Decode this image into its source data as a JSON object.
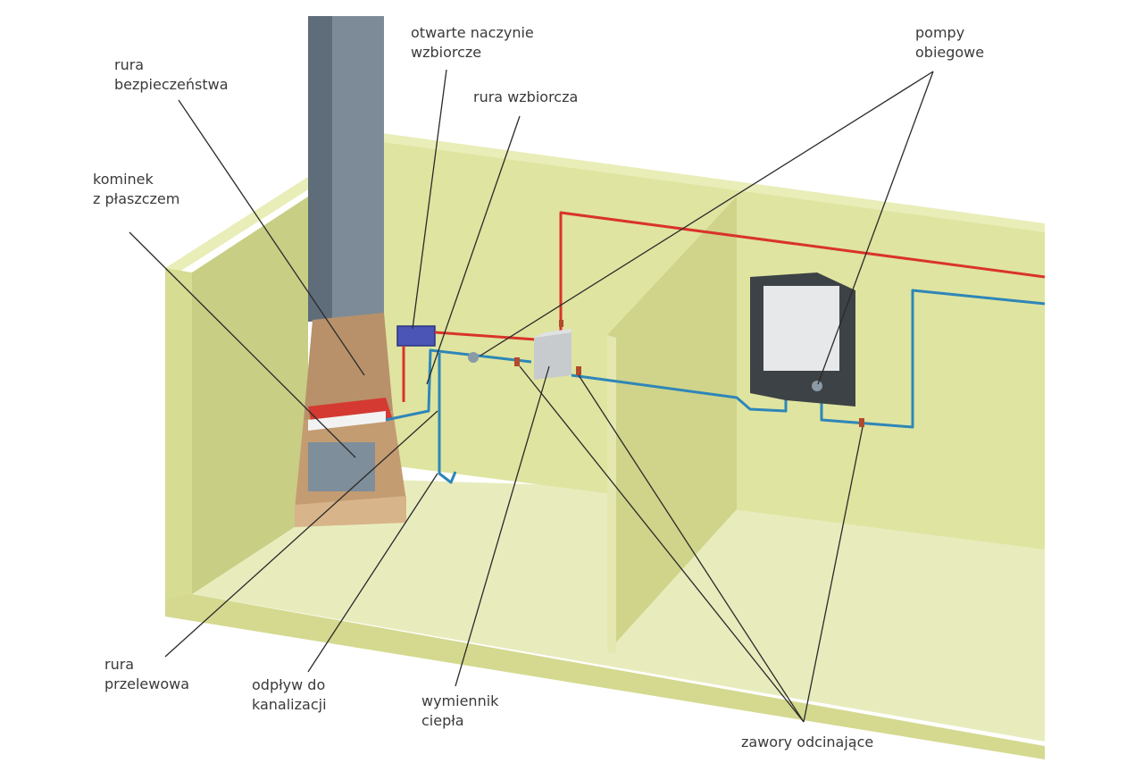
{
  "labels": {
    "expansion_tank": [
      "otwarte naczynie",
      "wzbiorcze"
    ],
    "safety_pipe": [
      "rura",
      "bezpieczeństwa"
    ],
    "expansion_pipe": [
      "rura wzbiorcza"
    ],
    "circulation_pumps": [
      "pompy",
      "obiegowe"
    ],
    "fireplace": [
      "kominek",
      "z płaszczem"
    ],
    "overflow_pipe": [
      "rura",
      "przelewowa"
    ],
    "drain": [
      "odpływ do",
      "kanalizacji"
    ],
    "heat_exchanger": [
      "wymiennik",
      "ciepła"
    ],
    "shutoff_valves": [
      "zawory odcinające"
    ]
  },
  "colors": {
    "wall": "#dfe4a0",
    "wall_dark": "#c9cf86",
    "floor": "#e6eab8",
    "chimney": "#6f7f8c",
    "hot_pipe": "#d9332b",
    "cold_pipe": "#2e86b8",
    "fireplace": "#b08860",
    "leader": "#2a2a2a"
  }
}
